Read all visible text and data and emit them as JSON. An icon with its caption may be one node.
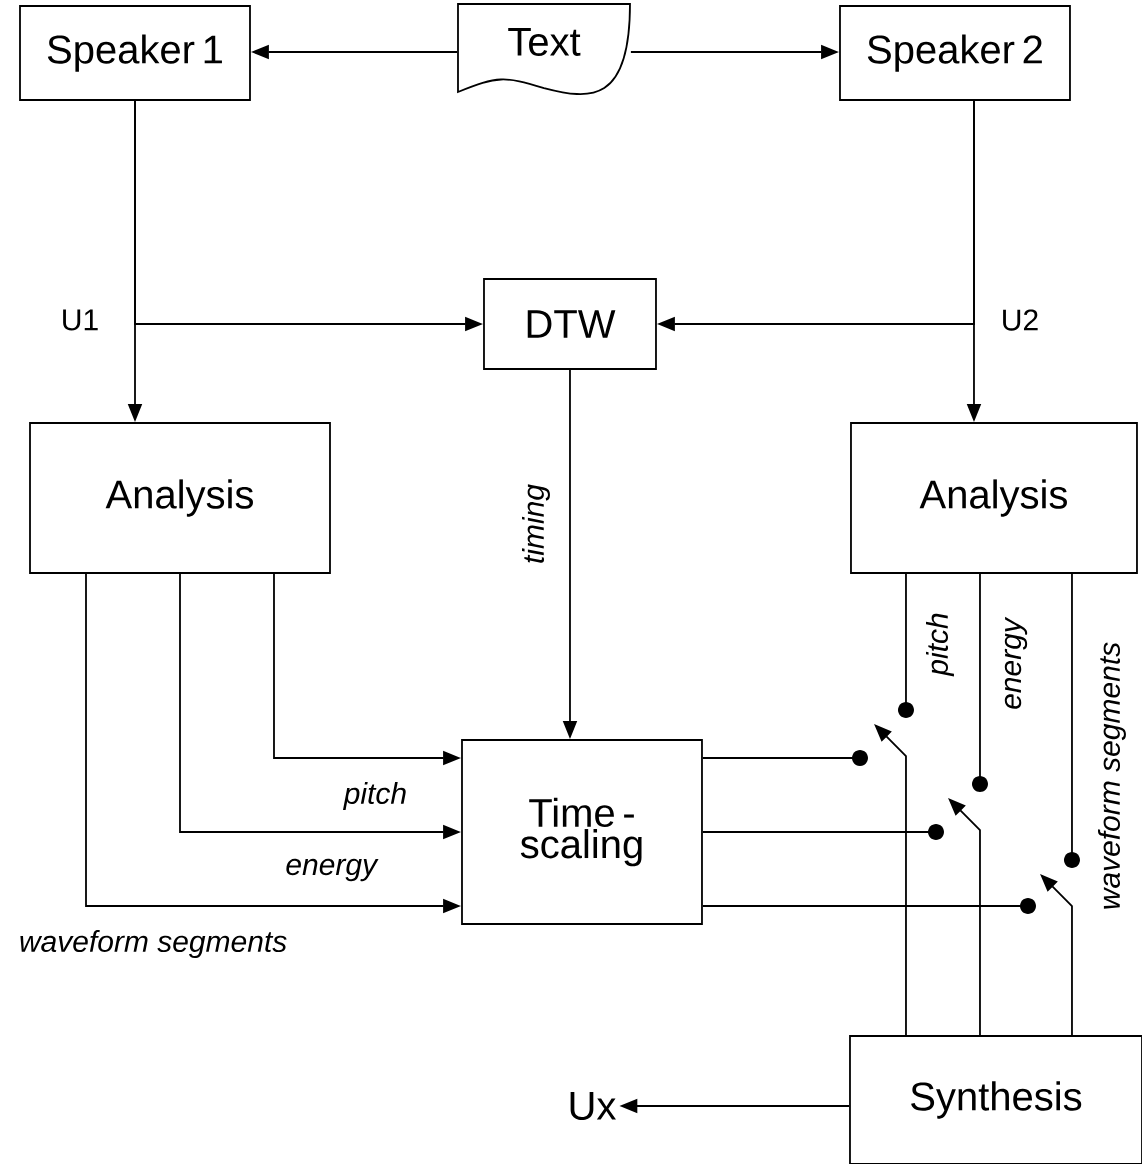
{
  "diagram": {
    "nodes": [
      {
        "text": [
          "Speaker 1"
        ]
      },
      {
        "text": [
          "Text"
        ]
      },
      {
        "text": [
          "Speaker 2"
        ]
      },
      {
        "text": [
          "DTW"
        ]
      },
      {
        "text": [
          "Analysis"
        ]
      },
      {
        "text": [
          "Analysis"
        ]
      },
      {
        "text": [
          "Time - scaling"
        ]
      },
      {
        "text": [
          "Synthesis"
        ]
      },
      {
        "text": [
          "Ux"
        ]
      }
    ],
    "edges": [
      {
        "from": 1,
        "to": 0,
        "arrow": "to"
      },
      {
        "from": 1,
        "to": 2,
        "arrow": "to"
      },
      {
        "from": 0,
        "to": 4,
        "arrow": "to",
        "label": "U1"
      },
      {
        "from": 0,
        "to": 3,
        "arrow": "to"
      },
      {
        "from": 2,
        "to": 5,
        "arrow": "to",
        "label": "U2"
      },
      {
        "from": 2,
        "to": 3,
        "arrow": "to"
      },
      {
        "from": 3,
        "to": 6,
        "arrow": "to",
        "label": "timing"
      },
      {
        "from": 4,
        "to": 6,
        "arrow": "to",
        "label": "pitch"
      },
      {
        "from": 4,
        "to": 6,
        "arrow": "to",
        "label": "energy"
      },
      {
        "from": 4,
        "to": 6,
        "arrow": "to",
        "label": "waveform segments"
      },
      {
        "from": 6,
        "to": null,
        "arrow": "other"
      },
      {
        "from": 6,
        "to": null,
        "arrow": "other"
      },
      {
        "from": 6,
        "to": null,
        "arrow": "other"
      },
      {
        "from": 5,
        "to": null,
        "arrow": "other",
        "label": "pitch"
      },
      {
        "from": 5,
        "to": null,
        "arrow": "other",
        "label": "energy"
      },
      {
        "from": 5,
        "to": null,
        "arrow": "other",
        "label": "waveform segments"
      },
      {
        "from": 7,
        "to": null,
        "arrow": "to"
      },
      {
        "from": 7,
        "to": null,
        "arrow": "to"
      },
      {
        "from": 7,
        "to": null,
        "arrow": "to"
      },
      {
        "from": 7,
        "to": 8,
        "arrow": "to"
      }
    ]
  }
}
